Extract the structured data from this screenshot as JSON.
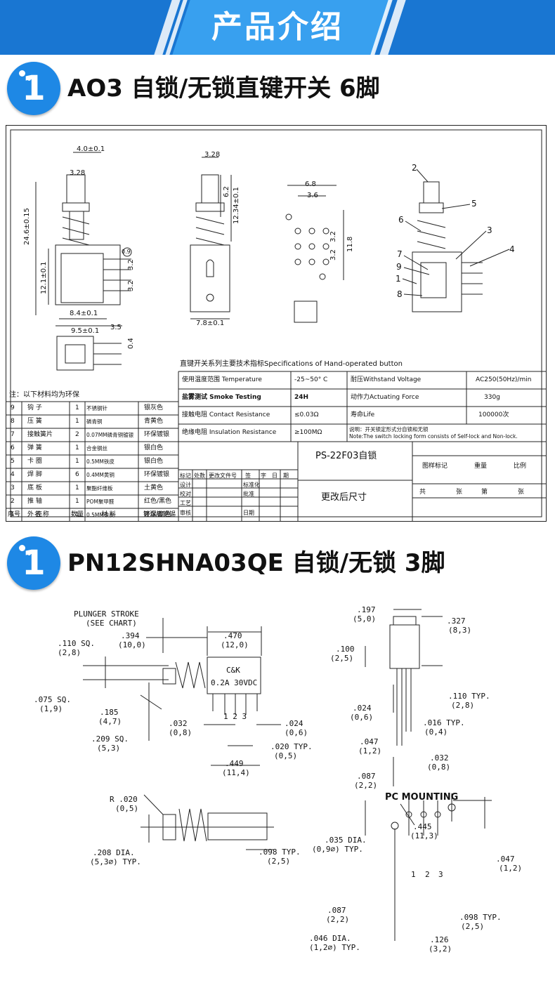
{
  "banner": {
    "title": "产品介绍"
  },
  "section1": {
    "badge": "1",
    "title": "AO3 自锁/无锁直键开关 6脚",
    "drawing": {
      "dims_left": [
        "4.0±0.1",
        "3.28",
        "24.6±0.15",
        "12.1±0.1",
        "3.2",
        "3.2",
        "0.9",
        "8.4±0.1",
        "9.5±0.1",
        "3.5",
        "0.4"
      ],
      "dims_mid": [
        "3.28",
        "6.2",
        "12.34±0.1",
        "7.8±0.1"
      ],
      "dims_pcb": [
        "6.8",
        "3.6",
        "3.2",
        "3.2",
        "11.8"
      ],
      "callouts": [
        "2",
        "5",
        "6",
        "3",
        "7",
        "9",
        "1",
        "8",
        "4"
      ],
      "spec_title": "直键开关系列主要技术指标Specifications of Hand-operated button",
      "specs": [
        {
          "k1": "使用温度范围 Temperature",
          "v1": "-25~50° C",
          "k2": "耐压Withstand Voltage",
          "v2": "AC250(50Hz)/min"
        },
        {
          "k1": "盐雾测试 Smoke Testing",
          "v1": "24H",
          "k2": "动作力Actuating Force",
          "v2": "330g"
        },
        {
          "k1": "接触电阻 Contact Resistance",
          "v1": "≤0.03Ω",
          "k2": "寿命Life",
          "v2": "100000次"
        },
        {
          "k1": "绝缘电阻 Insulation Resistance",
          "v1": "≥100MΩ",
          "k2": "说明：开关锁定形式分自锁和无锁",
          "v2": "Note:The switch locking form consists of Self-lock and Non-lock."
        }
      ],
      "env_note": "注：以下材料均为环保",
      "bom": [
        {
          "no": "9",
          "name": "钩 子",
          "qty": "1",
          "mat": "不锈钢针",
          "fin": "银灰色"
        },
        {
          "no": "8",
          "name": "压 簧",
          "qty": "1",
          "mat": "磷青铜",
          "fin": "青黄色"
        },
        {
          "no": "7",
          "name": "接触簧片",
          "qty": "2",
          "mat": "0.07MM磷青铜镀银",
          "fin": "环保镀银"
        },
        {
          "no": "6",
          "name": "弹 簧",
          "qty": "1",
          "mat": "合金钢丝",
          "fin": "银白色"
        },
        {
          "no": "5",
          "name": "卡 圈",
          "qty": "1",
          "mat": "0.5MM铁皮",
          "fin": "银白色"
        },
        {
          "no": "4",
          "name": "焊 脚",
          "qty": "6",
          "mat": "0.4MM黄铜",
          "fin": "环保镀银"
        },
        {
          "no": "3",
          "name": "底 板",
          "qty": "1",
          "mat": "聚酯纤维板",
          "fin": "土黄色"
        },
        {
          "no": "2",
          "name": "推 轴",
          "qty": "1",
          "mat": "POM聚甲醛",
          "fin": "红色/黑色"
        },
        {
          "no": "1",
          "name": "外 壳",
          "qty": "1",
          "mat": "0.5MM铁皮",
          "fin": "环保镀铜锡"
        }
      ],
      "bom_header": {
        "no": "序号",
        "name": "名 称",
        "qty": "数量",
        "mat": "材 料",
        "fin": "镀涂/颜色"
      },
      "model": "PS-22F03自锁",
      "change_note": "更改后尺寸",
      "title_block": {
        "rev_headers": [
          "标记",
          "处数",
          "更改文件号",
          "签",
          "字",
          "日",
          "期"
        ],
        "roles": [
          "设计",
          "校对",
          "工艺",
          "审核"
        ],
        "actions": [
          "标准化",
          "批准",
          "日期"
        ],
        "drawing_marks": [
          "图样标记",
          "重量",
          "比例"
        ],
        "sheet": [
          "共",
          "张",
          "第",
          "张"
        ]
      }
    }
  },
  "section2": {
    "badge": "1",
    "title": "PN12SHNA03QE 自锁/无锁 3脚",
    "dims": [
      "PLUNGER STROKE",
      "(SEE CHART)",
      ".394",
      "(10,0)",
      ".470",
      "(12,0)",
      ".110 SQ.",
      "(2,8)",
      "C&K",
      "0.2A 30VDC",
      ".075 SQ.",
      "(1,9)",
      ".185",
      "(4,7)",
      ".032",
      "(0,8)",
      "1  2  3",
      ".024",
      "(0,6)",
      ".209 SQ.",
      "(5,3)",
      ".020 TYP.",
      "(0,5)",
      ".449",
      "(11,4)",
      ".197",
      "(5,0)",
      ".327",
      "(8,3)",
      ".100",
      "(2,5)",
      ".110 TYP.",
      "(2,8)",
      ".024",
      "(0,6)",
      ".016 TYP.",
      "(0,4)",
      ".047",
      "(1,2)",
      ".032",
      "(0,8)",
      ".087",
      "(2,2)",
      "R .020",
      "(0,5)",
      ".208 DIA.",
      "(5,3∅) TYP.",
      ".098 TYP.",
      "(2,5)",
      ".445",
      "(11,3)",
      ".035 DIA.",
      "(0,9∅) TYP.",
      "1",
      "2",
      "3",
      ".047",
      "(1,2)",
      ".087",
      "(2,2)",
      ".098 TYP.",
      "(2,5)",
      ".046 DIA.",
      "(1,2∅) TYP.",
      ".126",
      "(3,2)"
    ],
    "pc_title": "PC MOUNTING"
  }
}
